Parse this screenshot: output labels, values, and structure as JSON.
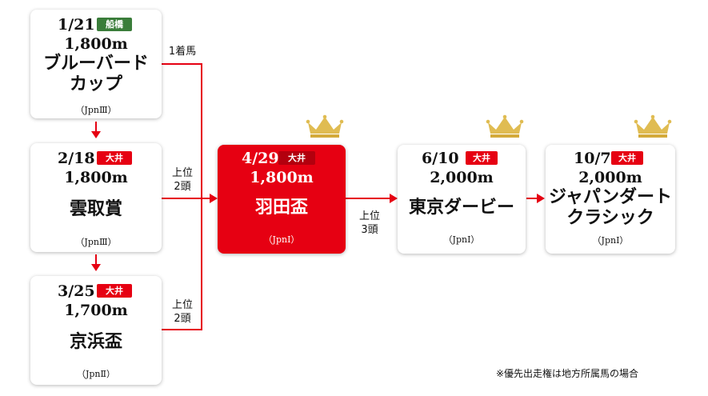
{
  "races": [
    {
      "date": "1/21",
      "venue": "船橋",
      "venue_color": "#3a7d3a",
      "distance": "1,800m",
      "name_lines": [
        "ブルーバード",
        "カップ"
      ],
      "grade": "（JpnⅢ）"
    },
    {
      "date": "2/18",
      "venue": "大井",
      "venue_color": "#e60012",
      "distance": "1,800m",
      "name_lines": [
        "雲取賞"
      ],
      "grade": "（JpnⅢ）"
    },
    {
      "date": "3/25",
      "venue": "大井",
      "venue_color": "#e60012",
      "distance": "1,700m",
      "name_lines": [
        "京浜盃"
      ],
      "grade": "（JpnⅡ）"
    },
    {
      "date": "4/29",
      "venue": "大井",
      "venue_color": "#b3000e",
      "distance": "1,800m",
      "name_lines": [
        "羽田盃"
      ],
      "grade": "（JpnI）"
    },
    {
      "date": "6/10",
      "venue": "大井",
      "venue_color": "#e60012",
      "distance": "2,000m",
      "name_lines": [
        "東京ダービー"
      ],
      "grade": "（JpnI）"
    },
    {
      "date": "10/7",
      "venue": "大井",
      "venue_color": "#e60012",
      "distance": "2,000m",
      "name_lines": [
        "ジャパンダート",
        "クラシック"
      ],
      "grade": "（JpnI）"
    }
  ],
  "conditions": {
    "first": "1着馬",
    "second_a": "上位",
    "second_b": "2頭",
    "third_a": "上位",
    "third_b": "2頭",
    "fourth_a": "上位",
    "fourth_b": "3頭"
  },
  "footnote": "※優先出走権は地方所属馬の場合",
  "colors": {
    "accent": "#e60012",
    "crown": "#e0bc52",
    "card_shadow": "#b8b8b8"
  },
  "icons": [
    "crown-icon",
    "arrow-right-icon",
    "arrow-down-icon"
  ]
}
